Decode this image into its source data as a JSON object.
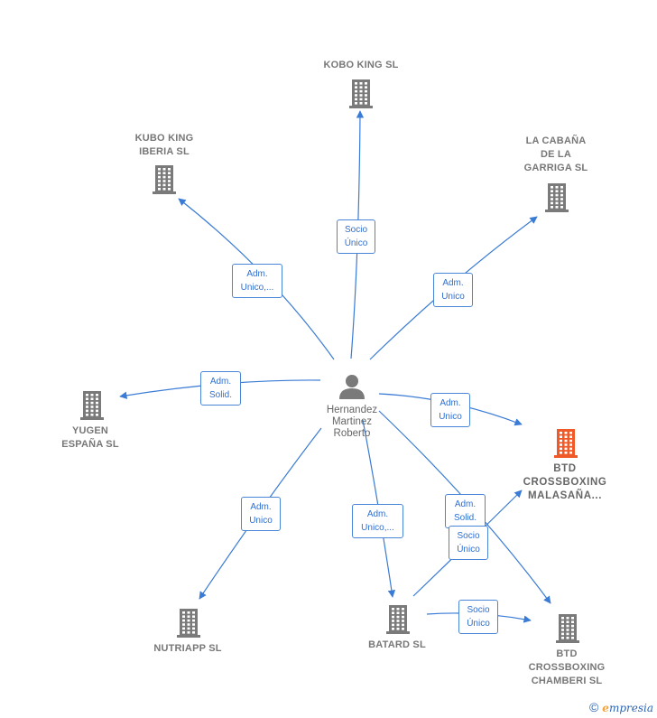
{
  "nodes": [
    {
      "id": "kobo",
      "label_lines": [
        "KOBO KING SL"
      ],
      "kind": "company"
    },
    {
      "id": "kubo",
      "label_lines": [
        "KUBO KING",
        "IBERIA  SL"
      ],
      "kind": "company"
    },
    {
      "id": "cabana",
      "label_lines": [
        "LA CABAÑA",
        "DE LA",
        "GARRIGA SL"
      ],
      "kind": "company"
    },
    {
      "id": "yugen",
      "label_lines": [
        "YUGEN",
        "ESPAÑA  SL"
      ],
      "kind": "company"
    },
    {
      "id": "person",
      "label_lines": [
        "Hernandez",
        "Martinez",
        "Roberto"
      ],
      "kind": "person"
    },
    {
      "id": "malasana",
      "label_lines": [
        "BTD",
        "CROSSBOXING",
        "MALASAÑA..."
      ],
      "kind": "company-focus"
    },
    {
      "id": "nutriapp",
      "label_lines": [
        "NUTRIAPP  SL"
      ],
      "kind": "company"
    },
    {
      "id": "batard",
      "label_lines": [
        "BATARD  SL"
      ],
      "kind": "company"
    },
    {
      "id": "chamberi",
      "label_lines": [
        "BTD",
        "CROSSBOXING",
        "CHAMBERI  SL"
      ],
      "kind": "company"
    }
  ],
  "edges": [
    {
      "id": "e-kobo",
      "label_lines": [
        "Socio",
        "Único"
      ]
    },
    {
      "id": "e-kubo",
      "label_lines": [
        "Adm.",
        "Unico,..."
      ]
    },
    {
      "id": "e-cabana",
      "label_lines": [
        "Adm.",
        "Unico"
      ]
    },
    {
      "id": "e-yugen",
      "label_lines": [
        "Adm.",
        "Solid."
      ]
    },
    {
      "id": "e-malasana",
      "label_lines": [
        "Adm.",
        "Unico"
      ]
    },
    {
      "id": "e-nutriapp",
      "label_lines": [
        "Adm.",
        "Unico"
      ]
    },
    {
      "id": "e-batard",
      "label_lines": [
        "Adm.",
        "Unico,..."
      ]
    },
    {
      "id": "e-chamberi",
      "label_lines": [
        "Adm.",
        "Solid."
      ]
    },
    {
      "id": "e-batard-malasana",
      "label_lines": [
        "Socio",
        "Único"
      ]
    },
    {
      "id": "e-batard-chamberi",
      "label_lines": [
        "Socio",
        "Único"
      ]
    }
  ],
  "colors": {
    "edge": "#3a7bd5",
    "company": "#7a7a7a",
    "focus": "#f05a28",
    "person": "#7a7a7a"
  },
  "copyright": {
    "symbol": "©",
    "brand_initial": "e",
    "brand_rest": "mpresia"
  }
}
